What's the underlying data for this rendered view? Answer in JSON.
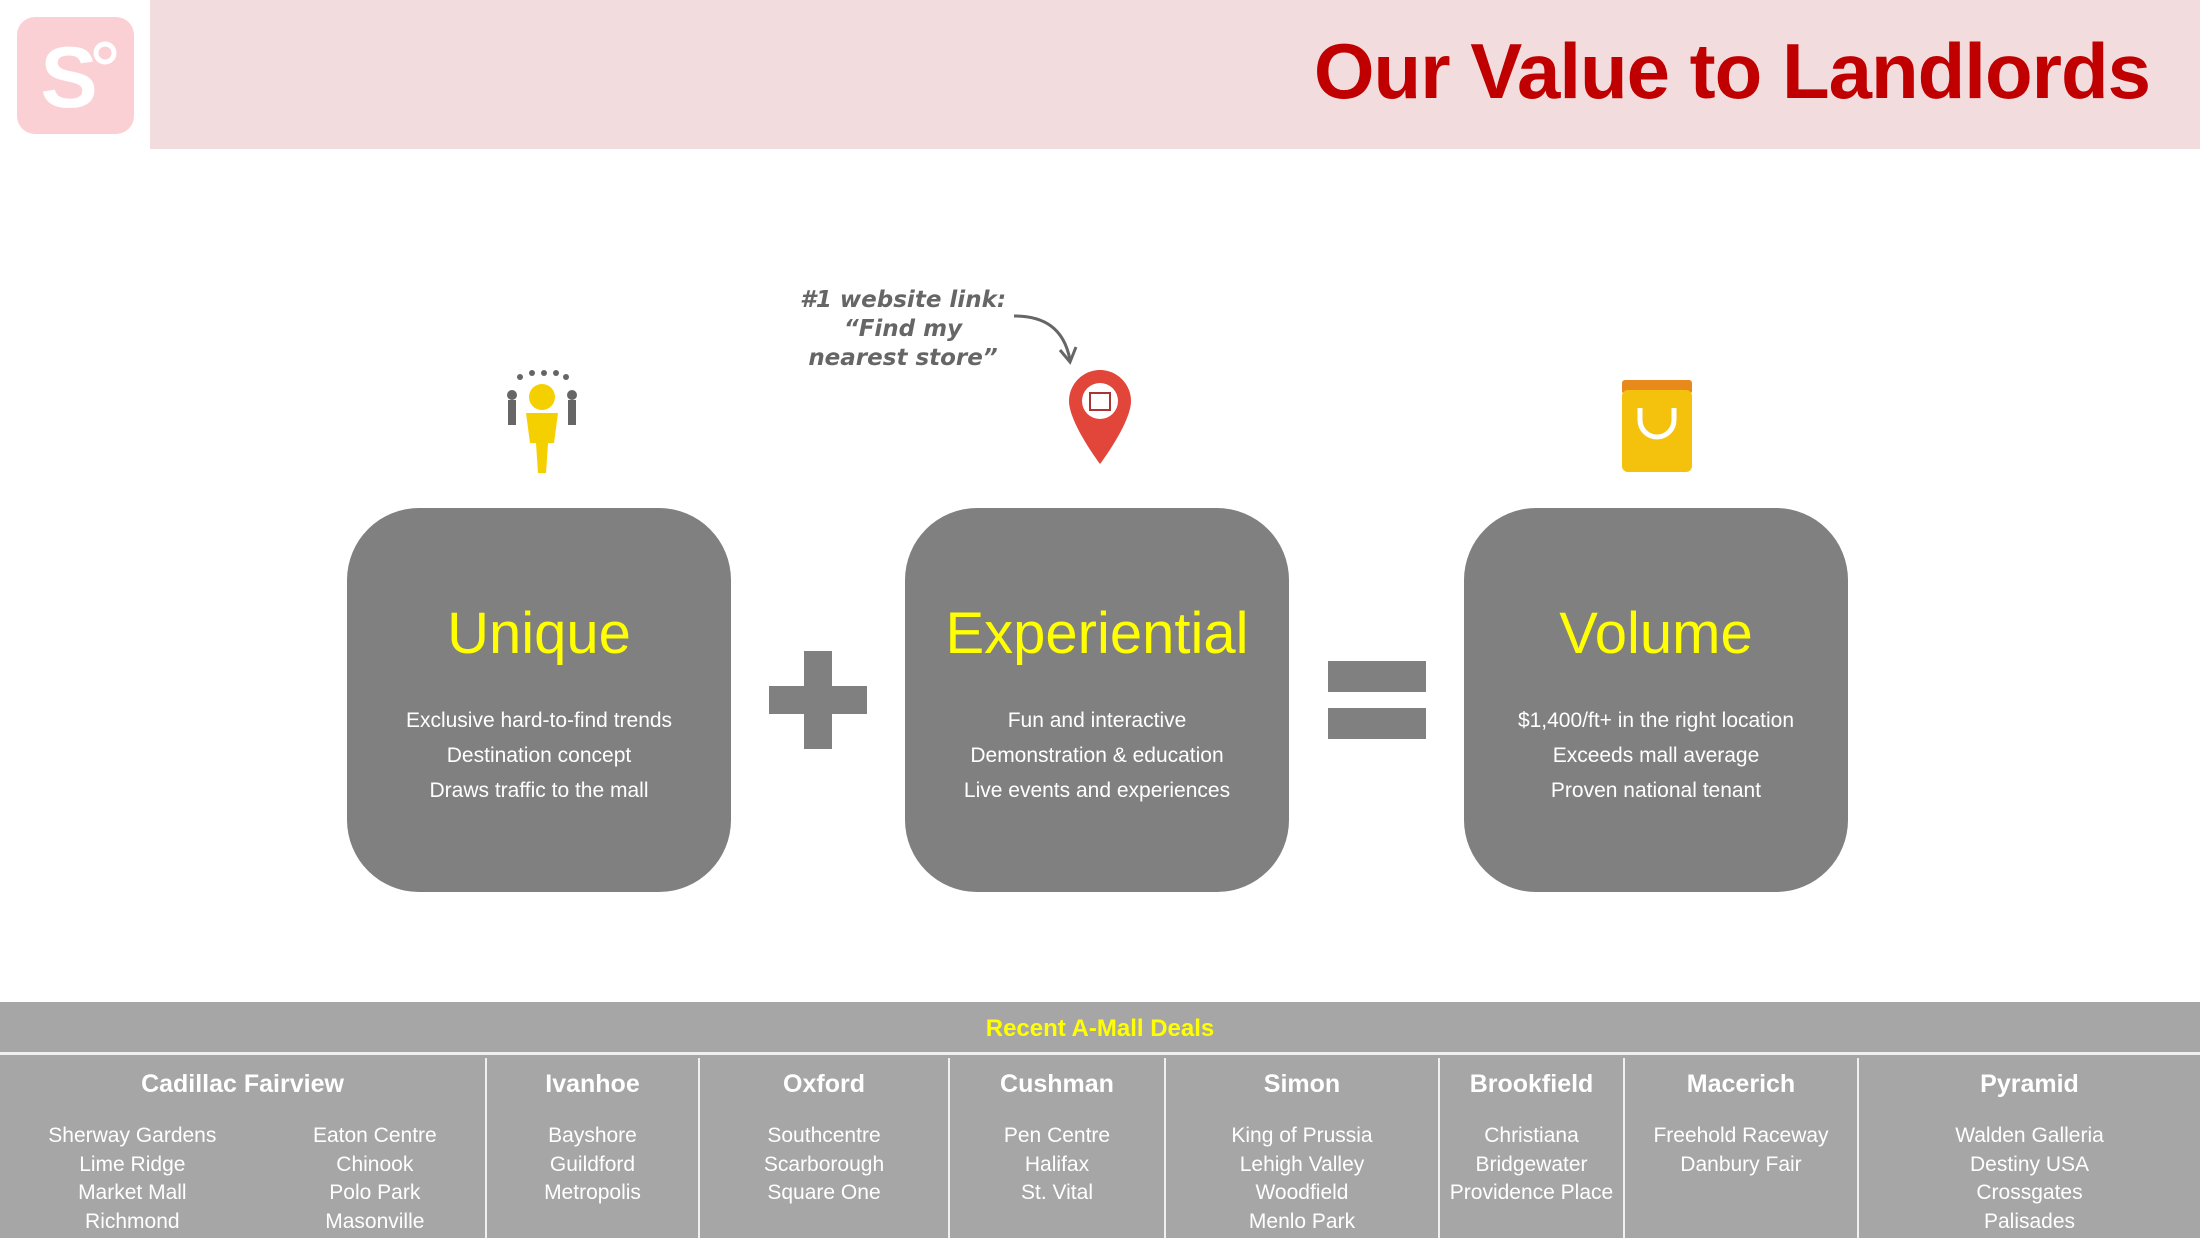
{
  "header": {
    "title": "Our Value to Landlords",
    "logo_letter": "S"
  },
  "annotation": {
    "lines": [
      "#1 website link:",
      "“Find my",
      "nearest store”"
    ]
  },
  "pillars": [
    {
      "title": "Unique",
      "lines": [
        "Exclusive hard-to-find trends",
        "Destination concept",
        "Draws traffic to the mall"
      ],
      "icon": "crowd-leader-icon"
    },
    {
      "title": "Experiential",
      "lines": [
        "Fun and interactive",
        "Demonstration & education",
        "Live events and experiences"
      ],
      "icon": "store-location-pin-icon"
    },
    {
      "title": "Volume",
      "lines": [
        "$1,400/ft+ in the right location",
        "Exceeds mall average",
        "Proven national tenant"
      ],
      "icon": "shopping-bag-icon"
    }
  ],
  "deals": {
    "title": "Recent A-Mall Deals",
    "columns": [
      {
        "name": "Cadillac Fairview",
        "items": [
          "Sherway Gardens",
          "Lime Ridge",
          "Market Mall",
          "Richmond"
        ],
        "items2": [
          "Eaton Centre",
          "Chinook",
          "Polo Park",
          "Masonville"
        ]
      },
      {
        "name": "Ivanhoe",
        "items": [
          "Bayshore",
          "Guildford",
          "Metropolis"
        ]
      },
      {
        "name": "Oxford",
        "items": [
          "Southcentre",
          "Scarborough",
          "Square One"
        ]
      },
      {
        "name": "Cushman",
        "items": [
          "Pen Centre",
          "Halifax",
          "St. Vital"
        ]
      },
      {
        "name": "Simon",
        "items": [
          "King of Prussia",
          "Lehigh Valley",
          "Woodfield",
          "Menlo Park"
        ]
      },
      {
        "name": "Brookfield",
        "items": [
          "Christiana",
          "Bridgewater",
          "Providence Place"
        ]
      },
      {
        "name": "Macerich",
        "items": [
          "Freehold Raceway",
          "Danbury Fair"
        ]
      },
      {
        "name": "Pyramid",
        "items": [
          "Walden Galleria",
          "Destiny USA",
          "Crossgates",
          "Palisades"
        ]
      }
    ]
  },
  "colors": {
    "title": "#c00000",
    "header_bg": "#f2dcdd",
    "box": "#808080",
    "accent": "#ffff00",
    "band": "#a6a6a6"
  }
}
